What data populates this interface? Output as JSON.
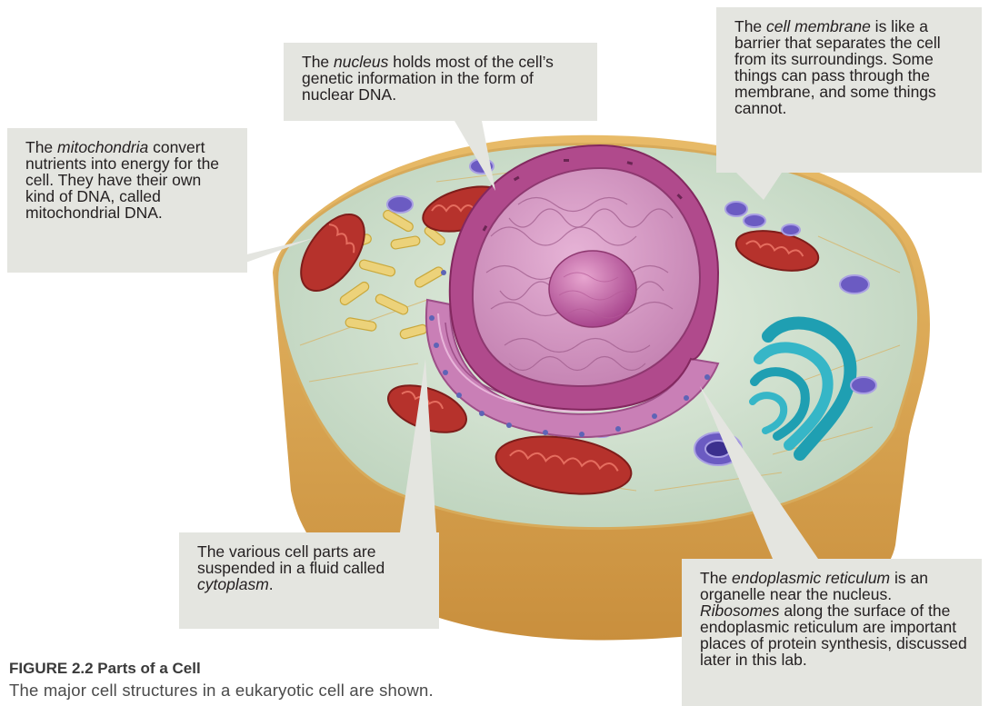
{
  "callouts": {
    "nucleus": {
      "pre": "The ",
      "term": "nucleus",
      "post": " holds most of the cell’s genetic information in the form of nuclear DNA."
    },
    "mitochondria": {
      "pre": "The ",
      "term": "mitochondria",
      "post": " convert nutrients into energy for the cell. They have their own kind of DNA, called mitochondrial DNA."
    },
    "membrane": {
      "pre": "The ",
      "term": "cell membrane",
      "post": " is like a barrier that separates the cell from its surroundings. Some things can pass through the membrane, and some things cannot."
    },
    "cytoplasm": {
      "pre": "The various cell parts are suspended in a fluid called ",
      "term": "cytoplasm",
      "post": "."
    },
    "er": {
      "pre": "The ",
      "term": "endoplasmic reticulum",
      "post": " is an organelle near the nucleus. ",
      "term2": "Ribosomes",
      "post2": " along the surface of the endoplasmic reticulum are important places of protein synthesis, discussed later in this lab."
    }
  },
  "caption": {
    "title": "FIGURE 2.2 Parts of a Cell",
    "text": "The major cell structures in a eukaryotic cell are shown."
  },
  "colors": {
    "callout_bg": "#e4e5e0",
    "cytoplasm": "#cfe0cc",
    "cell_wall": "#d9a74f",
    "nucleus": "#b04a8c",
    "mitochondria": "#b6322c",
    "golgi": "#1f9fb2",
    "vesicle": "#6b5bc2",
    "er_smooth": "#ecd27a"
  }
}
